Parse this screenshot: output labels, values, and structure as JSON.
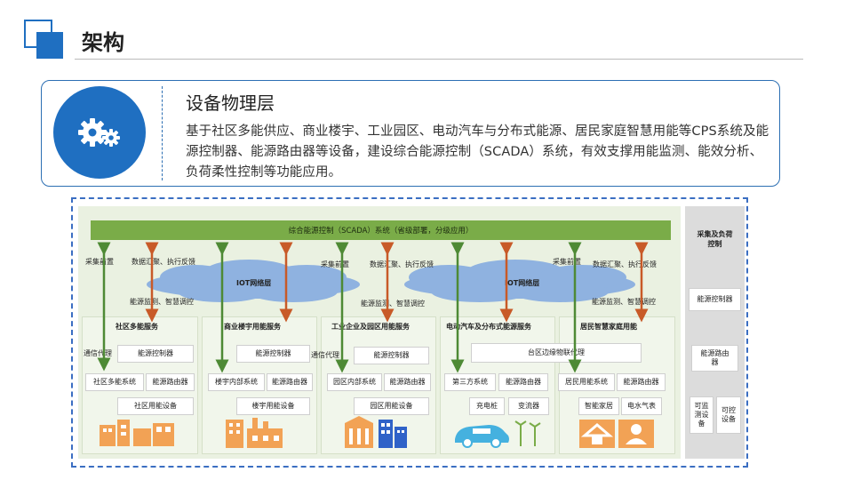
{
  "page": {
    "title": "架构"
  },
  "card": {
    "heading": "设备物理层",
    "body": "基于社区多能供应、商业楼宇、工业园区、电动汽车与分布式能源、居民家庭智慧用能等CPS系统及能源控制器、能源路由器等设备，建设综合能源控制（SCADA）系统，有效支撑用能监测、能效分析、负荷柔性控制等功能应用。",
    "icon": "gears-icon"
  },
  "diagram": {
    "scada": "综合能源控制（SCADA）系统（省级部署，分级应用）",
    "cloud_label": "IOT网络层",
    "collect": "采集前置",
    "feedback": "数据汇聚、执行反馈",
    "monitor": "能源监测、智慧调控",
    "comm_proxy": "通信代理",
    "columns": [
      {
        "title": "社区多能服务",
        "controller": "能源控制器",
        "sys": "社区多能系统",
        "router": "能源路由器",
        "device": "社区用能设备"
      },
      {
        "title": "商业楼宇用能服务",
        "controller": "能源控制器",
        "sys": "楼宇内部系统",
        "router": "能源路由器",
        "device": "楼宇用能设备"
      },
      {
        "title": "工业企业及园区用能服务",
        "controller": "能源控制器",
        "sys": "园区内部系统",
        "router": "能源路由器",
        "device": "园区用能设备"
      },
      {
        "title": "电动汽车及分布式能源服务",
        "controller": "台区边缘物联代理",
        "sys": "第三方系统",
        "router": "能源路由器",
        "device1": "充电桩",
        "device2": "变流器"
      },
      {
        "title": "居民智慧家庭用能",
        "sys": "居民用能系统",
        "router": "能源路由器",
        "device1": "智能家居",
        "device2": "电水气表"
      }
    ],
    "right_panel": {
      "title": "采集及负荷控制",
      "controller": "能源控制器",
      "router": "能源路由器",
      "measure": "可监测设备",
      "control": "可控设备"
    },
    "colors": {
      "green_bar": "#7aac48",
      "arrow_green": "#4e8a35",
      "arrow_orange": "#c85a28",
      "cloud": "#8fb2e0",
      "icon_orange": "#f2a255",
      "car_blue": "#45b1df"
    }
  }
}
